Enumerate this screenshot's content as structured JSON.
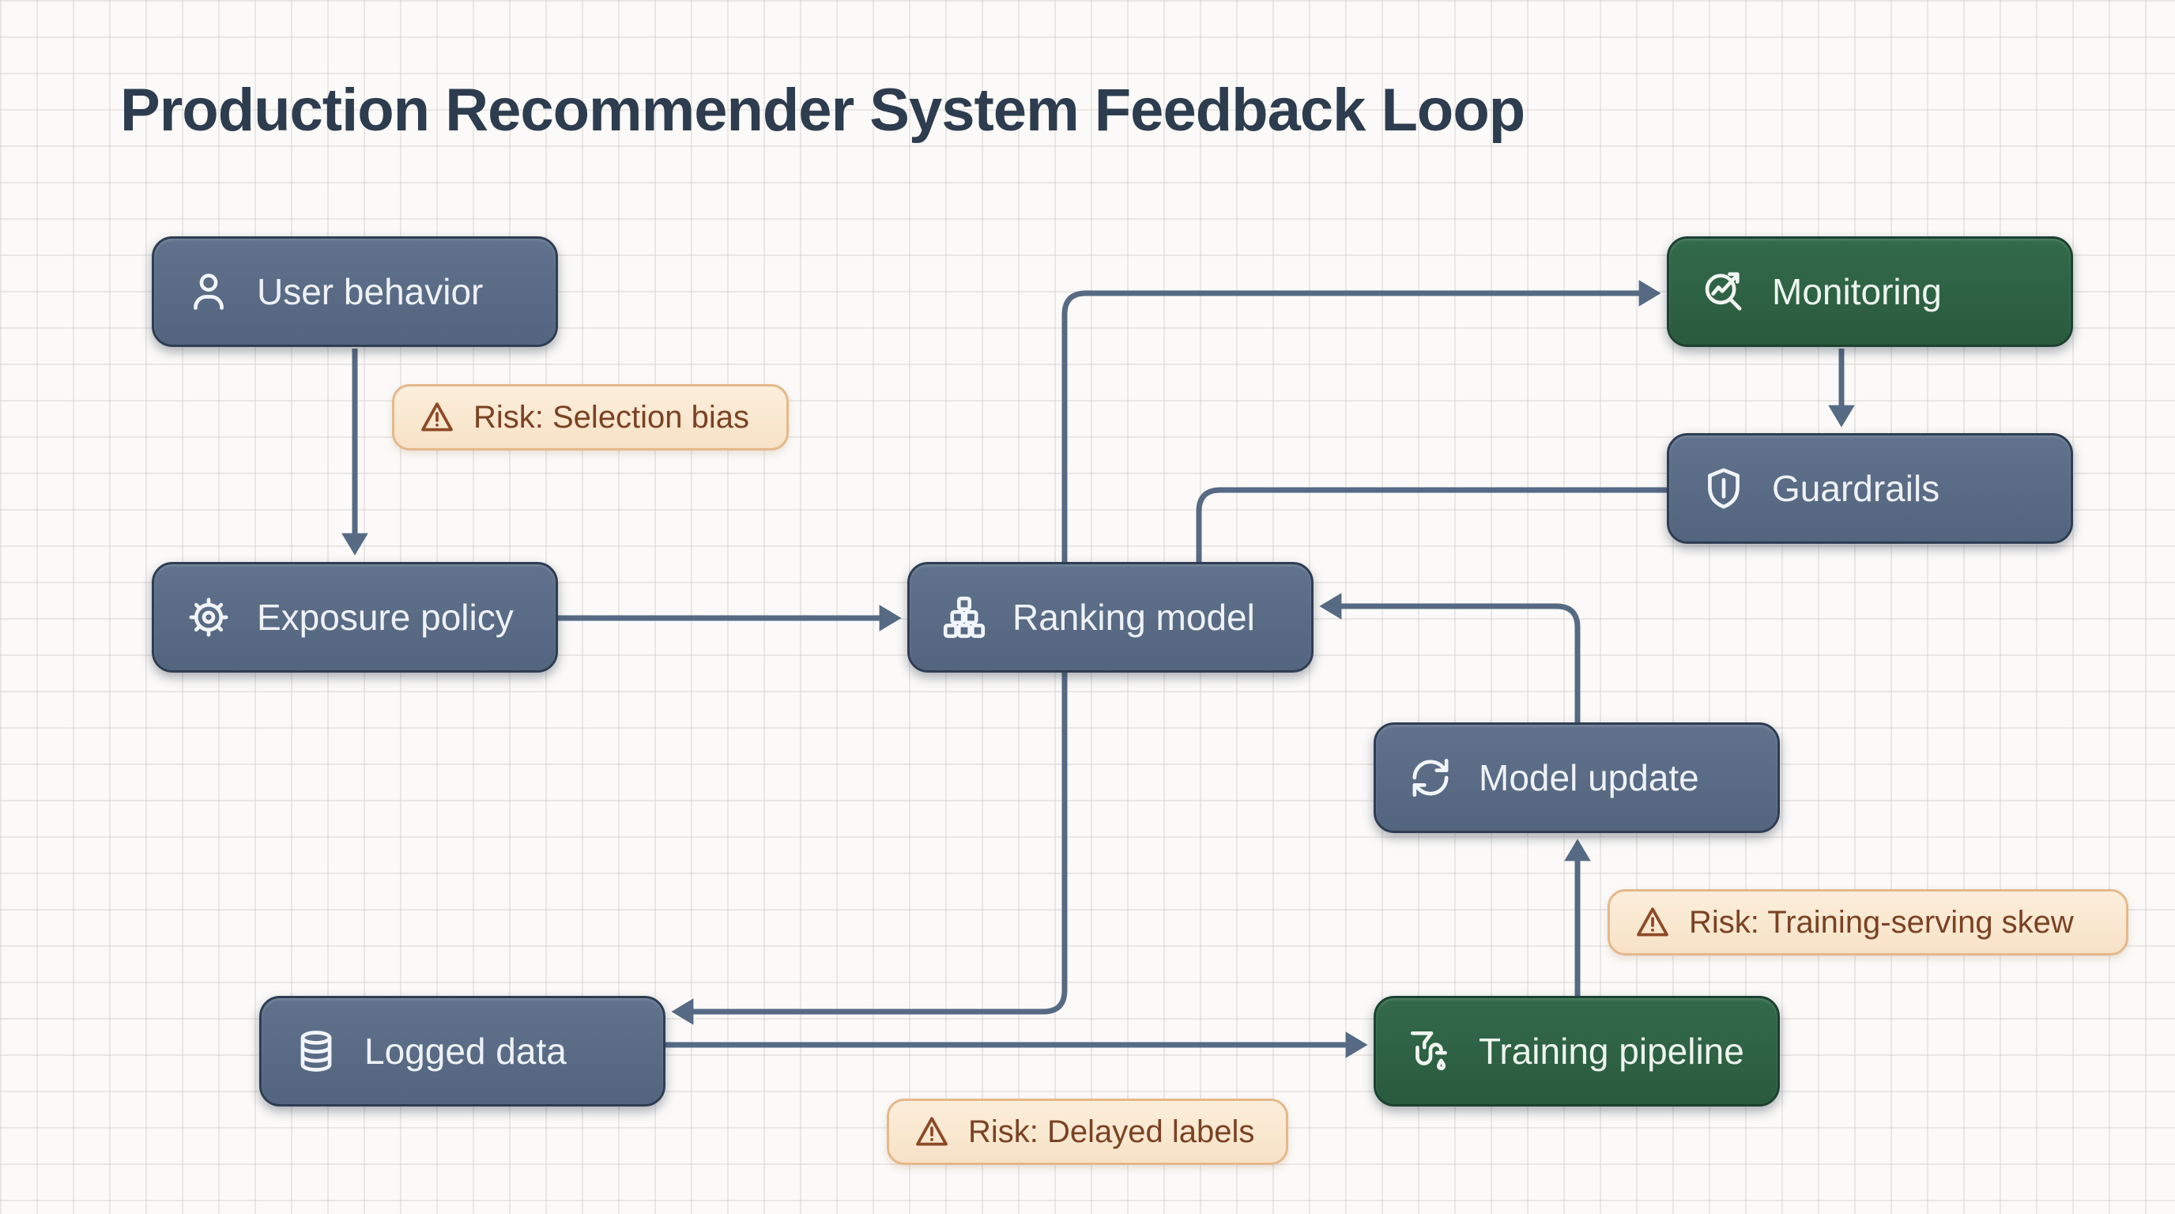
{
  "title": "Production Recommender System Feedback Loop",
  "colors": {
    "background": "#fbfaf8",
    "grid_line": "#d5cfc9",
    "node_slate": "#5a6c86",
    "node_slate_border": "#2e3d52",
    "node_green": "#2e6244",
    "node_green_border": "#1d4130",
    "node_text": "#eef2f7",
    "edge": "#566a84",
    "badge_bg": "#f9e7cf",
    "badge_border": "#e4b88b",
    "badge_text": "#7a4223",
    "title_text": "#2d3c4e"
  },
  "nodes": [
    {
      "id": "user-behavior",
      "label": "User behavior",
      "icon": "user-icon",
      "variant": "slate"
    },
    {
      "id": "exposure-policy",
      "label": "Exposure policy",
      "icon": "gear-icon",
      "variant": "slate"
    },
    {
      "id": "ranking-model",
      "label": "Ranking model",
      "icon": "hierarchy-icon",
      "variant": "slate"
    },
    {
      "id": "monitoring",
      "label": "Monitoring",
      "icon": "chart-search-icon",
      "variant": "green"
    },
    {
      "id": "guardrails",
      "label": "Guardrails",
      "icon": "shield-icon",
      "variant": "slate"
    },
    {
      "id": "model-update",
      "label": "Model update",
      "icon": "refresh-icon",
      "variant": "slate"
    },
    {
      "id": "logged-data",
      "label": "Logged data",
      "icon": "database-icon",
      "variant": "slate"
    },
    {
      "id": "training-pipeline",
      "label": "Training pipeline",
      "icon": "funnel-pipe-icon",
      "variant": "green"
    }
  ],
  "risk_badges": [
    {
      "id": "selection-bias",
      "label": "Risk: Selection bias",
      "icon": "warning-triangle-icon"
    },
    {
      "id": "training-serving-skew",
      "label": "Risk: Training-serving skew",
      "icon": "warning-triangle-icon"
    },
    {
      "id": "delayed-labels",
      "label": "Risk: Delayed labels",
      "icon": "warning-triangle-icon"
    }
  ],
  "edges": [
    {
      "from": "user-behavior",
      "to": "exposure-policy",
      "arrowhead": true
    },
    {
      "from": "exposure-policy",
      "to": "ranking-model",
      "arrowhead": true
    },
    {
      "from": "ranking-model",
      "to": "monitoring",
      "arrowhead": true
    },
    {
      "from": "monitoring",
      "to": "guardrails",
      "arrowhead": true
    },
    {
      "from": "guardrails",
      "to": "ranking-model",
      "arrowhead": false
    },
    {
      "from": "model-update",
      "to": "ranking-model",
      "arrowhead": true
    },
    {
      "from": "training-pipeline",
      "to": "model-update",
      "arrowhead": true
    },
    {
      "from": "ranking-model",
      "to": "logged-data",
      "arrowhead": true
    },
    {
      "from": "logged-data",
      "to": "training-pipeline",
      "arrowhead": true
    }
  ]
}
